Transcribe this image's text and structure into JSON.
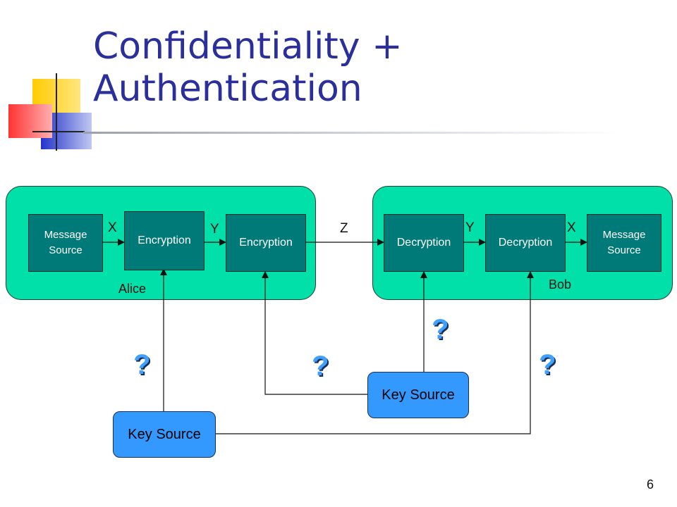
{
  "slide": {
    "title_line1": "Confidentiality +",
    "title_line2": "Authentication",
    "page_number": "6"
  },
  "alice": {
    "name": "Alice",
    "source": "Message Source",
    "enc1": "Encryption",
    "enc2": "Encryption",
    "label_x": "X",
    "label_y": "Y"
  },
  "channel": {
    "label_z": "Z"
  },
  "bob": {
    "name": "Bob",
    "dec1": "Decryption",
    "dec2": "Decryption",
    "dest": "Message Source",
    "label_y": "Y",
    "label_x": "X"
  },
  "keys": {
    "left": "Key Source",
    "right": "Key Source"
  },
  "questions": {
    "q1": "?",
    "q2": "?",
    "q3": "?",
    "q4": "?"
  },
  "colors": {
    "title": "#2a2f9c",
    "region": "#00e0a8",
    "box": "#007a78",
    "key": "#3399ff",
    "question": "#3fa0ff"
  }
}
